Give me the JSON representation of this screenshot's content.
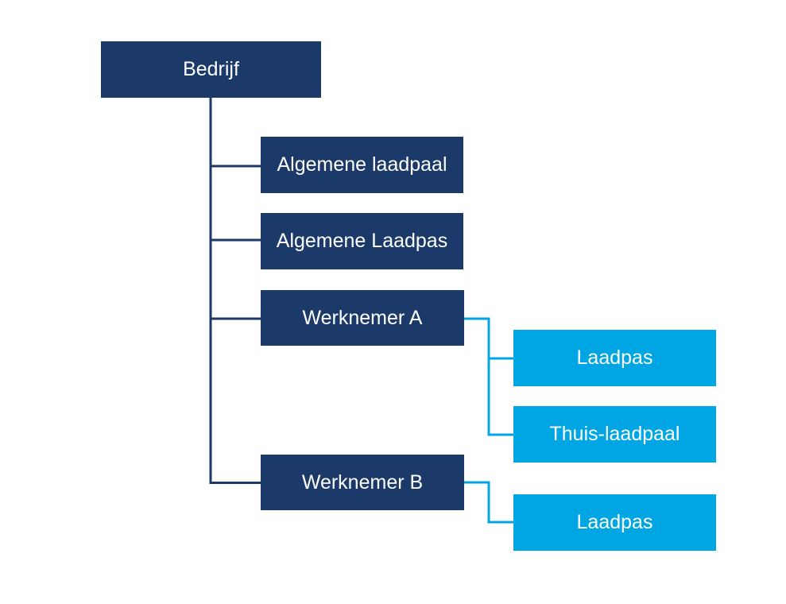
{
  "colors": {
    "primary": "#1b3a69",
    "secondary": "#00a5e3",
    "background": "#ffffff"
  },
  "tree": {
    "root": {
      "label": "Bedrijf"
    },
    "level1": [
      {
        "label": "Algemene laadpaal"
      },
      {
        "label": "Algemene Laadpas"
      },
      {
        "label": "Werknemer A"
      },
      {
        "label": "Werknemer B"
      }
    ],
    "werknemer_a_children": [
      {
        "label": "Laadpas"
      },
      {
        "label": "Thuis-laadpaal"
      }
    ],
    "werknemer_b_children": [
      {
        "label": "Laadpas"
      }
    ]
  }
}
